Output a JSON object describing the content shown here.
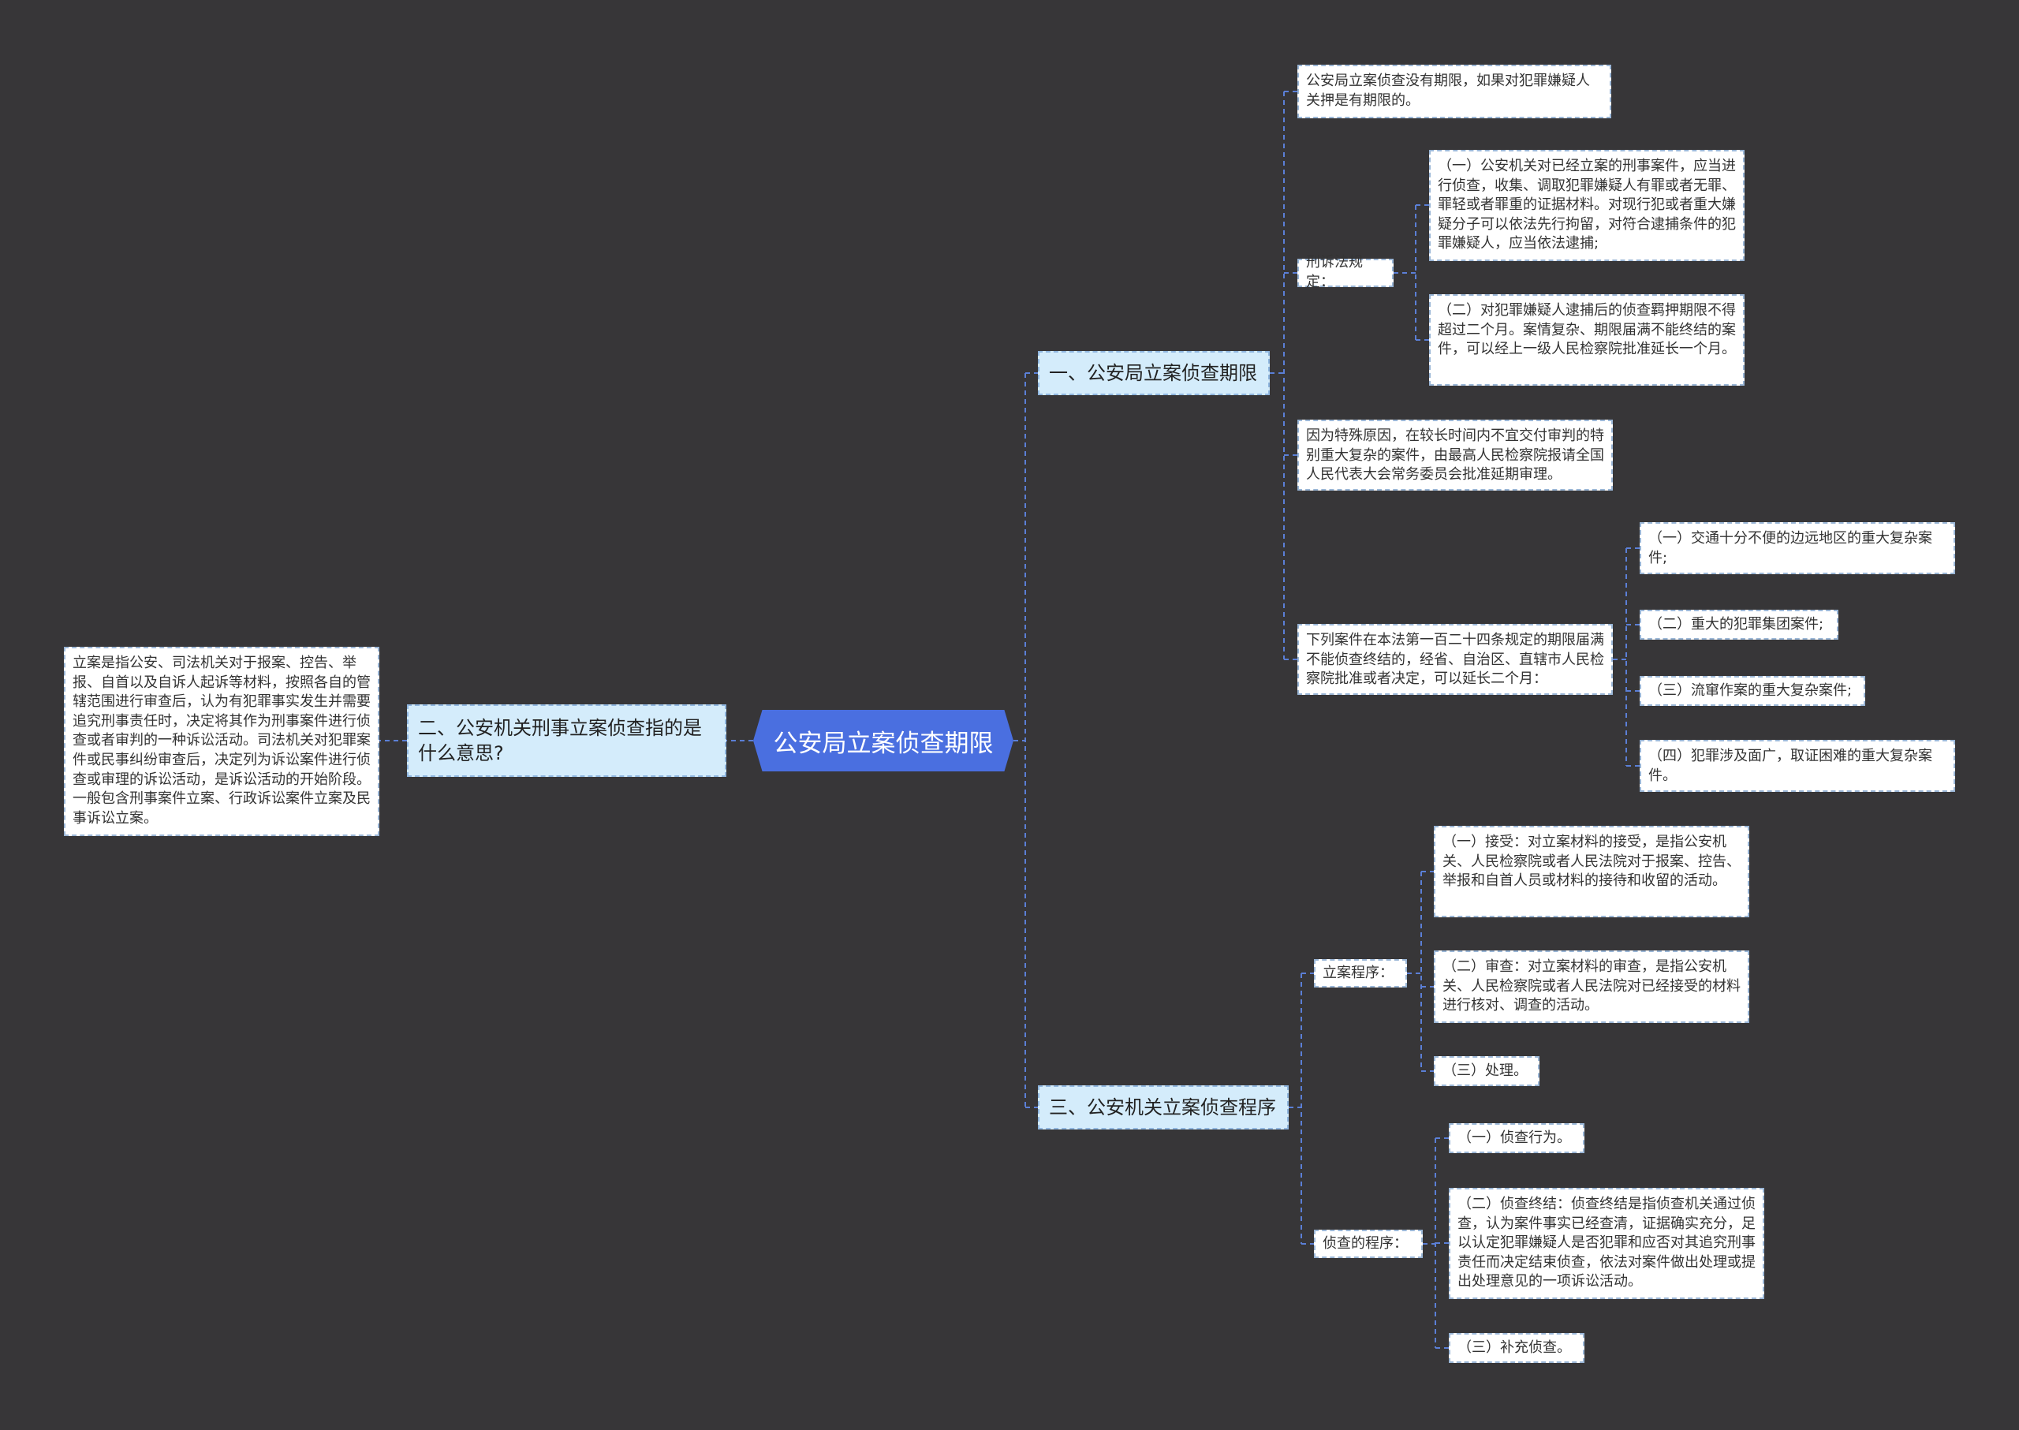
{
  "root": {
    "label": "公安局立案侦查期限"
  },
  "branches": {
    "b1": "一、公安局立案侦查期限",
    "b2": "二、公安机关刑事立案侦查指的是什么意思?",
    "b3": "三、公安机关立案侦查程序"
  },
  "leaves": {
    "n1": "公安局立案侦查没有期限，如果对犯罪嫌疑人关押是有期限的。",
    "n2": "刑诉法规定：",
    "n2a": "（一）公安机关对已经立案的刑事案件，应当进行侦查，收集、调取犯罪嫌疑人有罪或者无罪、罪轻或者罪重的证据材料。对现行犯或者重大嫌疑分子可以依法先行拘留，对符合逮捕条件的犯罪嫌疑人，应当依法逮捕;",
    "n2b": "（二）对犯罪嫌疑人逮捕后的侦查羁押期限不得超过二个月。案情复杂、期限届满不能终结的案件，可以经上一级人民检察院批准延长一个月。",
    "n3": "因为特殊原因，在较长时间内不宜交付审判的特别重大复杂的案件，由最高人民检察院报请全国人民代表大会常务委员会批准延期审理。",
    "n4": "下列案件在本法第一百二十四条规定的期限届满不能侦查终结的，经省、自治区、直辖市人民检察院批准或者决定，可以延长二个月：",
    "n4a": "（一）交通十分不便的边远地区的重大复杂案件;",
    "n4b": "（二）重大的犯罪集团案件;",
    "n4c": "（三）流窜作案的重大复杂案件;",
    "n4d": "（四）犯罪涉及面广，取证困难的重大复杂案件。",
    "l1": "立案是指公安、司法机关对于报案、控告、举报、自首以及自诉人起诉等材料，按照各自的管辖范围进行审查后，认为有犯罪事实发生并需要追究刑事责任时，决定将其作为刑事案件进行侦查或者审判的一种诉讼活动。司法机关对犯罪案件或民事纠纷审查后，决定列为诉讼案件进行侦查或审理的诉讼活动，是诉讼活动的开始阶段。一般包含刑事案件立案、行政诉讼案件立案及民事诉讼立案。",
    "p1": "立案程序：",
    "p1a": "（一）接受：对立案材料的接受，是指公安机关、人民检察院或者人民法院对于报案、控告、举报和自首人员或材料的接待和收留的活动。",
    "p1b": "（二）审查：对立案材料的审查，是指公安机关、人民检察院或者人民法院对已经接受的材料进行核对、调查的活动。",
    "p1c": "（三）处理。",
    "p2": "侦查的程序：",
    "p2a": "（一）侦查行为。",
    "p2b": "（二）侦查终结：侦查终结是指侦查机关通过侦查，认为案件事实已经查清，证据确实充分，足以认定犯罪嫌疑人是否犯罪和应否对其追究刑事责任而决定结束侦查，依法对案件做出处理或提出处理意见的一项诉讼活动。",
    "p2c": "（三）补充侦查。"
  },
  "colors": {
    "background": "#373638",
    "root": "#4a6fe0",
    "branch": "#d4ecfb",
    "line": "#5b7fd6"
  }
}
